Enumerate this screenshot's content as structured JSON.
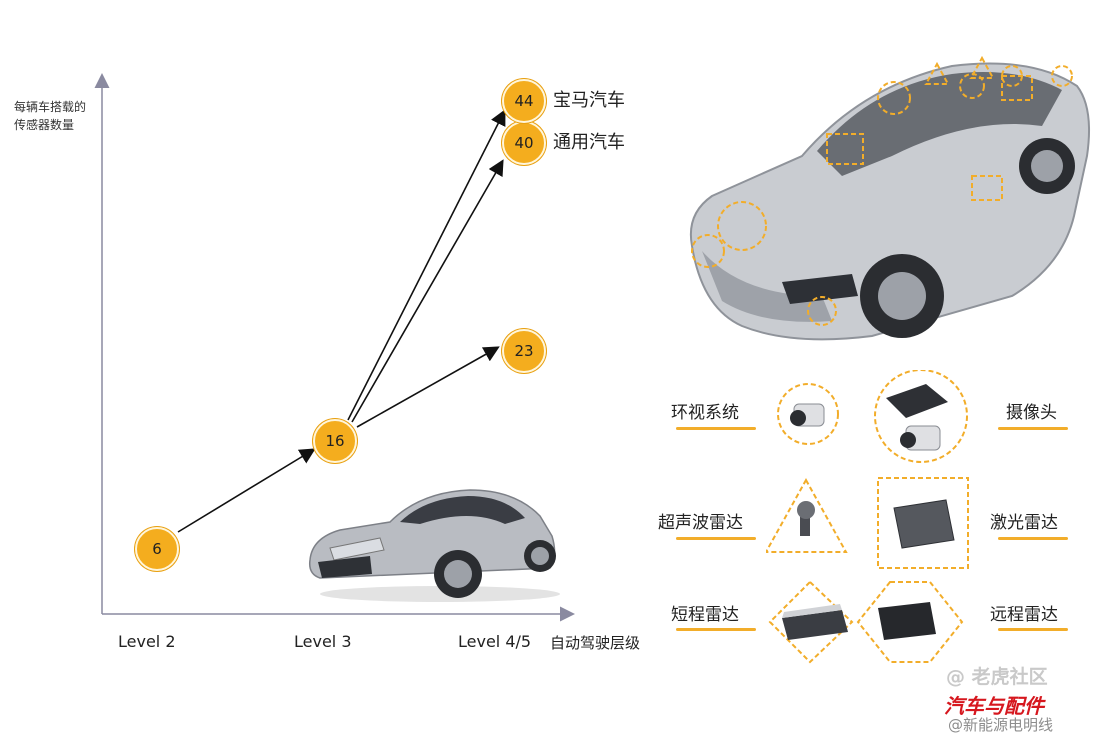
{
  "y_axis_label": [
    "每辆车搭载的",
    "传感器数量"
  ],
  "x_axis": {
    "ticks": [
      "Level 2",
      "Level 3",
      "Level 4/5"
    ],
    "label": "自动驾驶层级"
  },
  "chart_data": {
    "type": "line",
    "points": [
      {
        "level": "Level 2",
        "value": 6
      },
      {
        "level": "Level 3",
        "value": 16
      },
      {
        "level": "Level 4/5",
        "value": 23
      },
      {
        "level": "Level 4/5",
        "value": 40,
        "label": "通用汽车"
      },
      {
        "level": "Level 4/5",
        "value": 44,
        "label": "宝马汽车"
      }
    ]
  },
  "sensors": {
    "surround_view": "环视系统",
    "camera": "摄像头",
    "ultrasonic_radar": "超声波雷达",
    "lidar": "激光雷达",
    "short_range_radar": "短程雷达",
    "long_range_radar": "远程雷达"
  },
  "watermark": {
    "line1": "@ 老虎社区",
    "line2": "汽车与配件",
    "line3": "@新能源电明线"
  },
  "colors": {
    "accent": "#f4ad1e",
    "axis": "#8a8aa0",
    "arrow": "#111111"
  }
}
